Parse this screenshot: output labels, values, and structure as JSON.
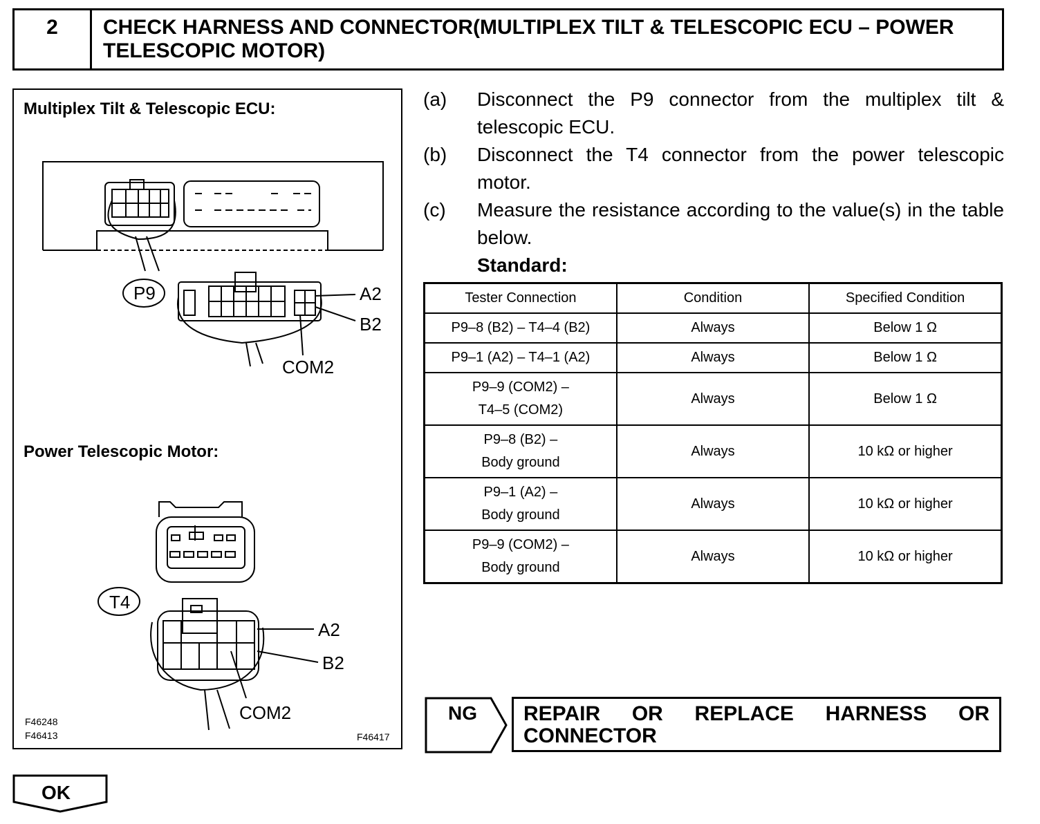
{
  "header": {
    "step_number": "2",
    "title": "CHECK HARNESS AND CONNECTOR(MULTIPLEX TILT & TELESCOPIC ECU – POWER TELESCOPIC MOTOR)"
  },
  "figure": {
    "ecu_heading": "Multiplex Tilt & Telescopic ECU:",
    "motor_heading": "Power Telescopic Motor:",
    "ecu_connector": "P9",
    "motor_connector": "T4",
    "pin_labels": {
      "a2": "A2",
      "b2": "B2",
      "com2": "COM2"
    },
    "codes_left": [
      "F46248",
      "F46413"
    ],
    "code_right": "F46417"
  },
  "steps": [
    {
      "letter": "(a)",
      "text": "Disconnect the P9 connector from the multiplex tilt & telescopic ECU."
    },
    {
      "letter": "(b)",
      "text": "Disconnect the T4 connector from the power telescopic motor."
    },
    {
      "letter": "(c)",
      "text": "Measure the resistance according to the value(s) in the table below."
    }
  ],
  "standard_label": "Standard:",
  "table": {
    "headers": [
      "Tester Connection",
      "Condition",
      "Specified Condition"
    ],
    "rows": [
      {
        "connection": [
          "P9–8 (B2) – T4–4 (B2)"
        ],
        "condition": "Always",
        "specified": "Below 1 Ω"
      },
      {
        "connection": [
          "P9–1 (A2) – T4–1 (A2)"
        ],
        "condition": "Always",
        "specified": "Below 1 Ω"
      },
      {
        "connection": [
          "P9–9 (COM2) –",
          "T4–5 (COM2)"
        ],
        "condition": "Always",
        "specified": "Below 1 Ω"
      },
      {
        "connection": [
          "P9–8 (B2) –",
          "Body ground"
        ],
        "condition": "Always",
        "specified": "10 kΩ or higher"
      },
      {
        "connection": [
          "P9–1 (A2) –",
          "Body ground"
        ],
        "condition": "Always",
        "specified": "10 kΩ or higher"
      },
      {
        "connection": [
          "P9–9 (COM2) –",
          "Body ground"
        ],
        "condition": "Always",
        "specified": "10 kΩ or higher"
      }
    ]
  },
  "ng": {
    "tag": "NG",
    "action_words": [
      "REPAIR",
      "OR",
      "REPLACE",
      "HARNESS",
      "OR"
    ],
    "action_line2": "CONNECTOR"
  },
  "ok": {
    "tag": "OK"
  }
}
